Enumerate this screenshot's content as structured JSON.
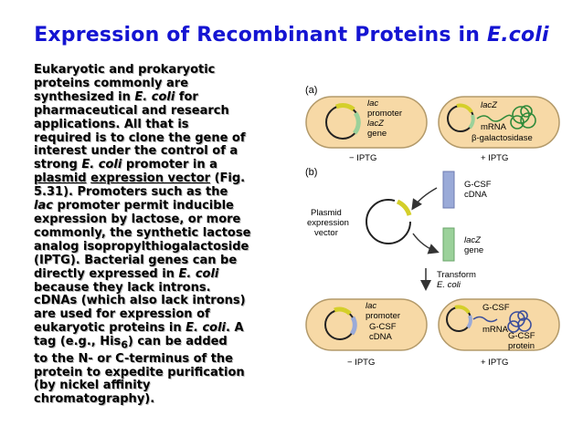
{
  "title": {
    "prefix": "Expression of Recombinant Proteins in ",
    "species": "E.coli"
  },
  "body": {
    "l1": "Eukaryotic and prokaryotic",
    "l2": "proteins commonly are",
    "l3a": "synthesized in ",
    "l3b": "E. coli",
    "l3c": " for",
    "l4": "pharmaceutical and research",
    "l5": "applications. All that is",
    "l6": "required is to clone the gene of",
    "l7": "interest under the control of a",
    "l8a": "strong ",
    "l8b": "E. coli",
    "l8c": " promoter in a",
    "l9a": "plasmid",
    "l9b": " ",
    "l9c": "expression vector",
    "l9d": " (Fig.",
    "l10": "5.31). Promoters such as the",
    "l11a": "lac",
    "l11b": " promoter permit inducible",
    "l12": "expression by lactose, or more",
    "l13": "commonly, the synthetic lactose",
    "l14": "analog isopropylthiogalactoside",
    "l15": "(IPTG). Bacterial genes can be",
    "l16a": "directly expressed in ",
    "l16b": "E. coli",
    "l17": "because they lack introns.",
    "l18": "cDNAs (which also lack introns)",
    "l19": "are used for expression of",
    "l20a": "eukaryotic proteins in ",
    "l20b": "E. coli",
    "l20c": ". A",
    "l21a": "tag (e.g., His",
    "l21b": "6",
    "l21c": ") can be added",
    "l22": "to the N- or C-terminus of the",
    "l23": "protein to expedite purification",
    "l24": "(by nickel affinity",
    "l25": "chromatography)."
  },
  "figure": {
    "panel_a": "(a)",
    "panel_b": "(b)",
    "a_left": {
      "lac": "lac",
      "promoter": "promoter",
      "lacZ": "lacZ",
      "gene": "gene",
      "iptg": "− IPTG"
    },
    "a_right": {
      "lacZ": "lacZ",
      "mrna": "mRNA",
      "product": "β-galactosidase",
      "iptg": "+ IPTG"
    },
    "b_top": {
      "gcsf": "G-CSF",
      "cdna": "cDNA"
    },
    "b_plasmid": {
      "l1": "Plasmid",
      "l2": "expression",
      "l3": "vector"
    },
    "b_lacz": {
      "lacZ": "lacZ",
      "gene": "gene"
    },
    "b_transform": {
      "l1": "Transform",
      "l2": "E. coli"
    },
    "c_left": {
      "lac": "lac",
      "promoter": "promoter",
      "gcsf": "G-CSF",
      "cdna": "cDNA",
      "iptg": "− IPTG"
    },
    "c_right": {
      "gcsf": "G-CSF",
      "mrna": "mRNA",
      "gcsf2": "G-CSF",
      "protein": "protein",
      "iptg": "+ IPTG"
    }
  },
  "colors": {
    "title": "#1414d2",
    "cell_fill": "#f7d9a6",
    "cell_stroke": "#b39a6a",
    "promoter": "#d4cf2a",
    "lacz_gene": "#9bd19a",
    "gcsf_gene": "#9aaad8",
    "mrna_green": "#2f8a3a",
    "protein_blue": "#3b4e9c"
  }
}
